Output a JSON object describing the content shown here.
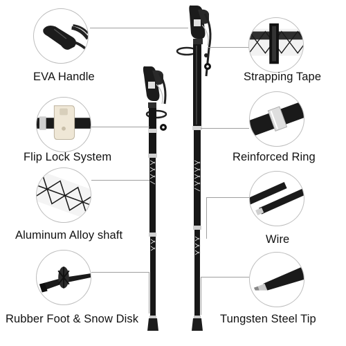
{
  "features": {
    "eva_handle": "EVA Handle",
    "strapping_tape": "Strapping Tape",
    "flip_lock": "Flip Lock System",
    "reinforced_ring": "Reinforced Ring",
    "aluminum_shaft": "Aluminum Alloy shaft",
    "wire": "Wire",
    "rubber_foot": "Rubber Foot & Snow Disk",
    "tungsten_tip": "Tungsten Steel Tip"
  },
  "colors": {
    "pole_body": "#1a1a1a",
    "pattern": "#e8e8e8",
    "accent_silver": "#c9c9c9",
    "cream_lock": "#efe7d6",
    "leader_line": "#9e9e9e"
  }
}
